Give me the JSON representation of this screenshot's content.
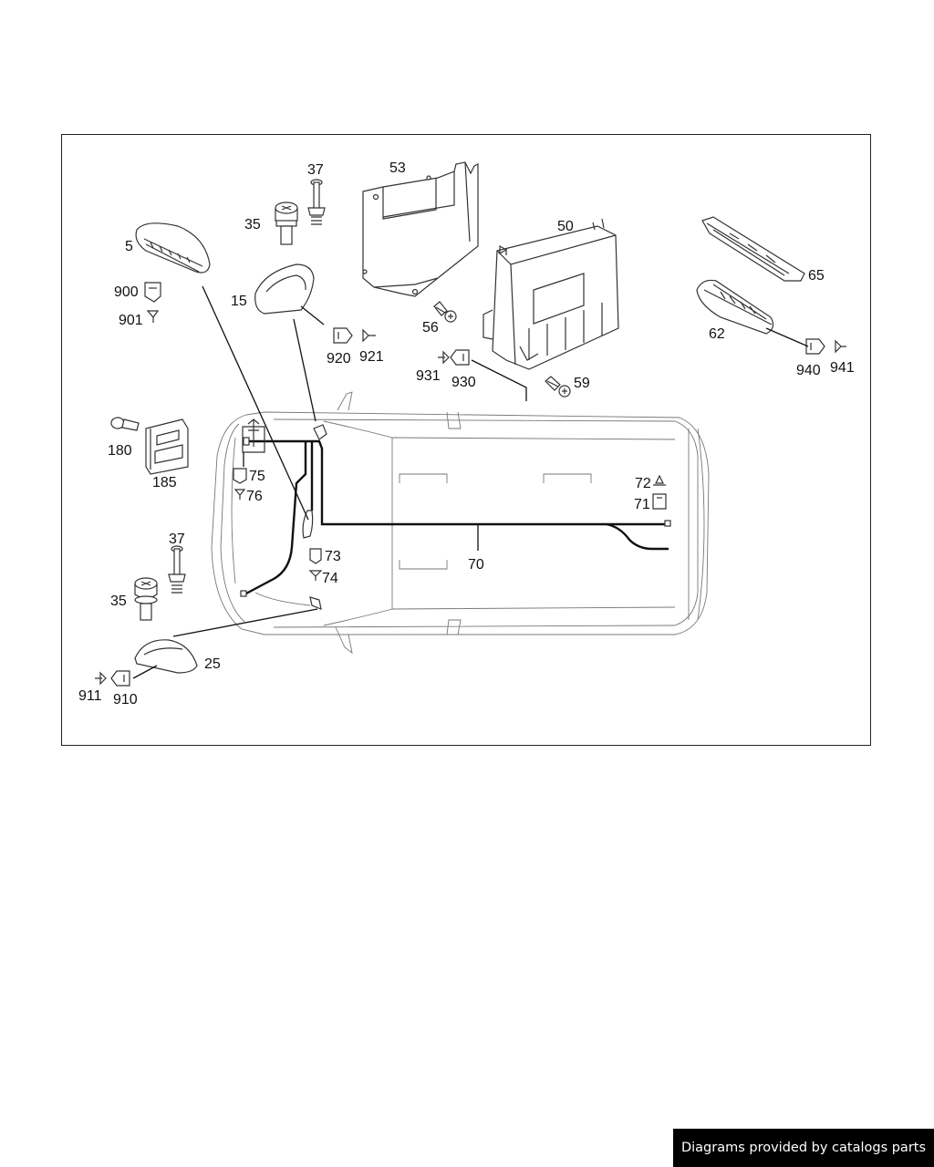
{
  "diagram": {
    "callouts": {
      "c5": "5",
      "c900": "900",
      "c901": "901",
      "c37a": "37",
      "c35a": "35",
      "c15": "15",
      "c53": "53",
      "c50": "50",
      "c56": "56",
      "c920": "920",
      "c921": "921",
      "c931": "931",
      "c930": "930",
      "c59": "59",
      "c65": "65",
      "c62": "62",
      "c940": "940",
      "c941": "941",
      "c180": "180",
      "c185": "185",
      "c75": "75",
      "c76": "76",
      "c72": "72",
      "c71": "71",
      "c73": "73",
      "c74": "74",
      "c70": "70",
      "c37b": "37",
      "c35b": "35",
      "c25": "25",
      "c911": "911",
      "c910": "910"
    }
  },
  "footer": {
    "text": "Diagrams provided by catalogs parts"
  }
}
